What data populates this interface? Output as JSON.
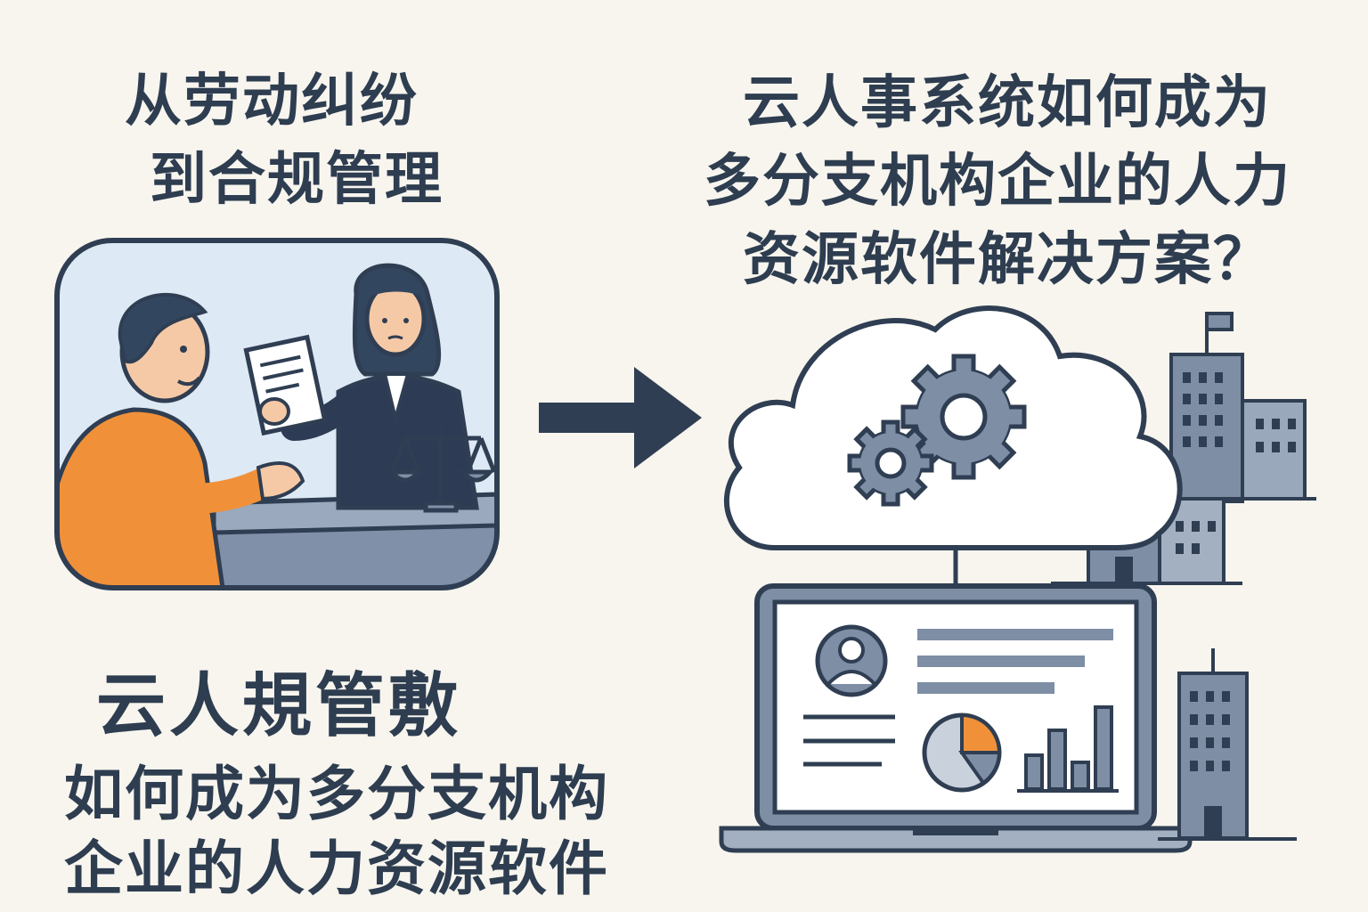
{
  "left_title": {
    "line1": "从劳动纠纷",
    "line2": "到合规管理"
  },
  "right_title": {
    "line1": "云人事系统如何成为",
    "line2": "多分支机构企业的人力",
    "line3": "资源软件解决方案？"
  },
  "bottom_left": {
    "heading": "云人規管敷",
    "line1": "如何成为多分支机构",
    "line2": "企业的人力资源软件"
  },
  "colors": {
    "background": "#f7f5ee",
    "text": "#2e3d50",
    "outline": "#2f3e52",
    "accent_orange": "#f0913a",
    "slate": "#7e8ea5",
    "panel_blue": "#dce8f3"
  }
}
